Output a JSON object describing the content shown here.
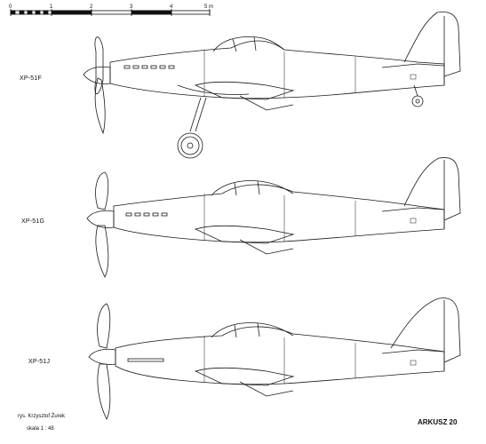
{
  "scale_bar": {
    "ticks": [
      "0",
      "1",
      "2",
      "3",
      "4",
      "5 m"
    ]
  },
  "aircraft": [
    {
      "label": "XP-51F"
    },
    {
      "label": "XP-51G"
    },
    {
      "label": "XP-51J"
    }
  ],
  "credit": {
    "author": "rys. Krzysztof Żurek",
    "scale": "skala 1 : 48"
  },
  "sheet_label": "ARKUSZ 20",
  "colors": {
    "ink": "#1a1a1a",
    "paper": "#ffffff"
  }
}
